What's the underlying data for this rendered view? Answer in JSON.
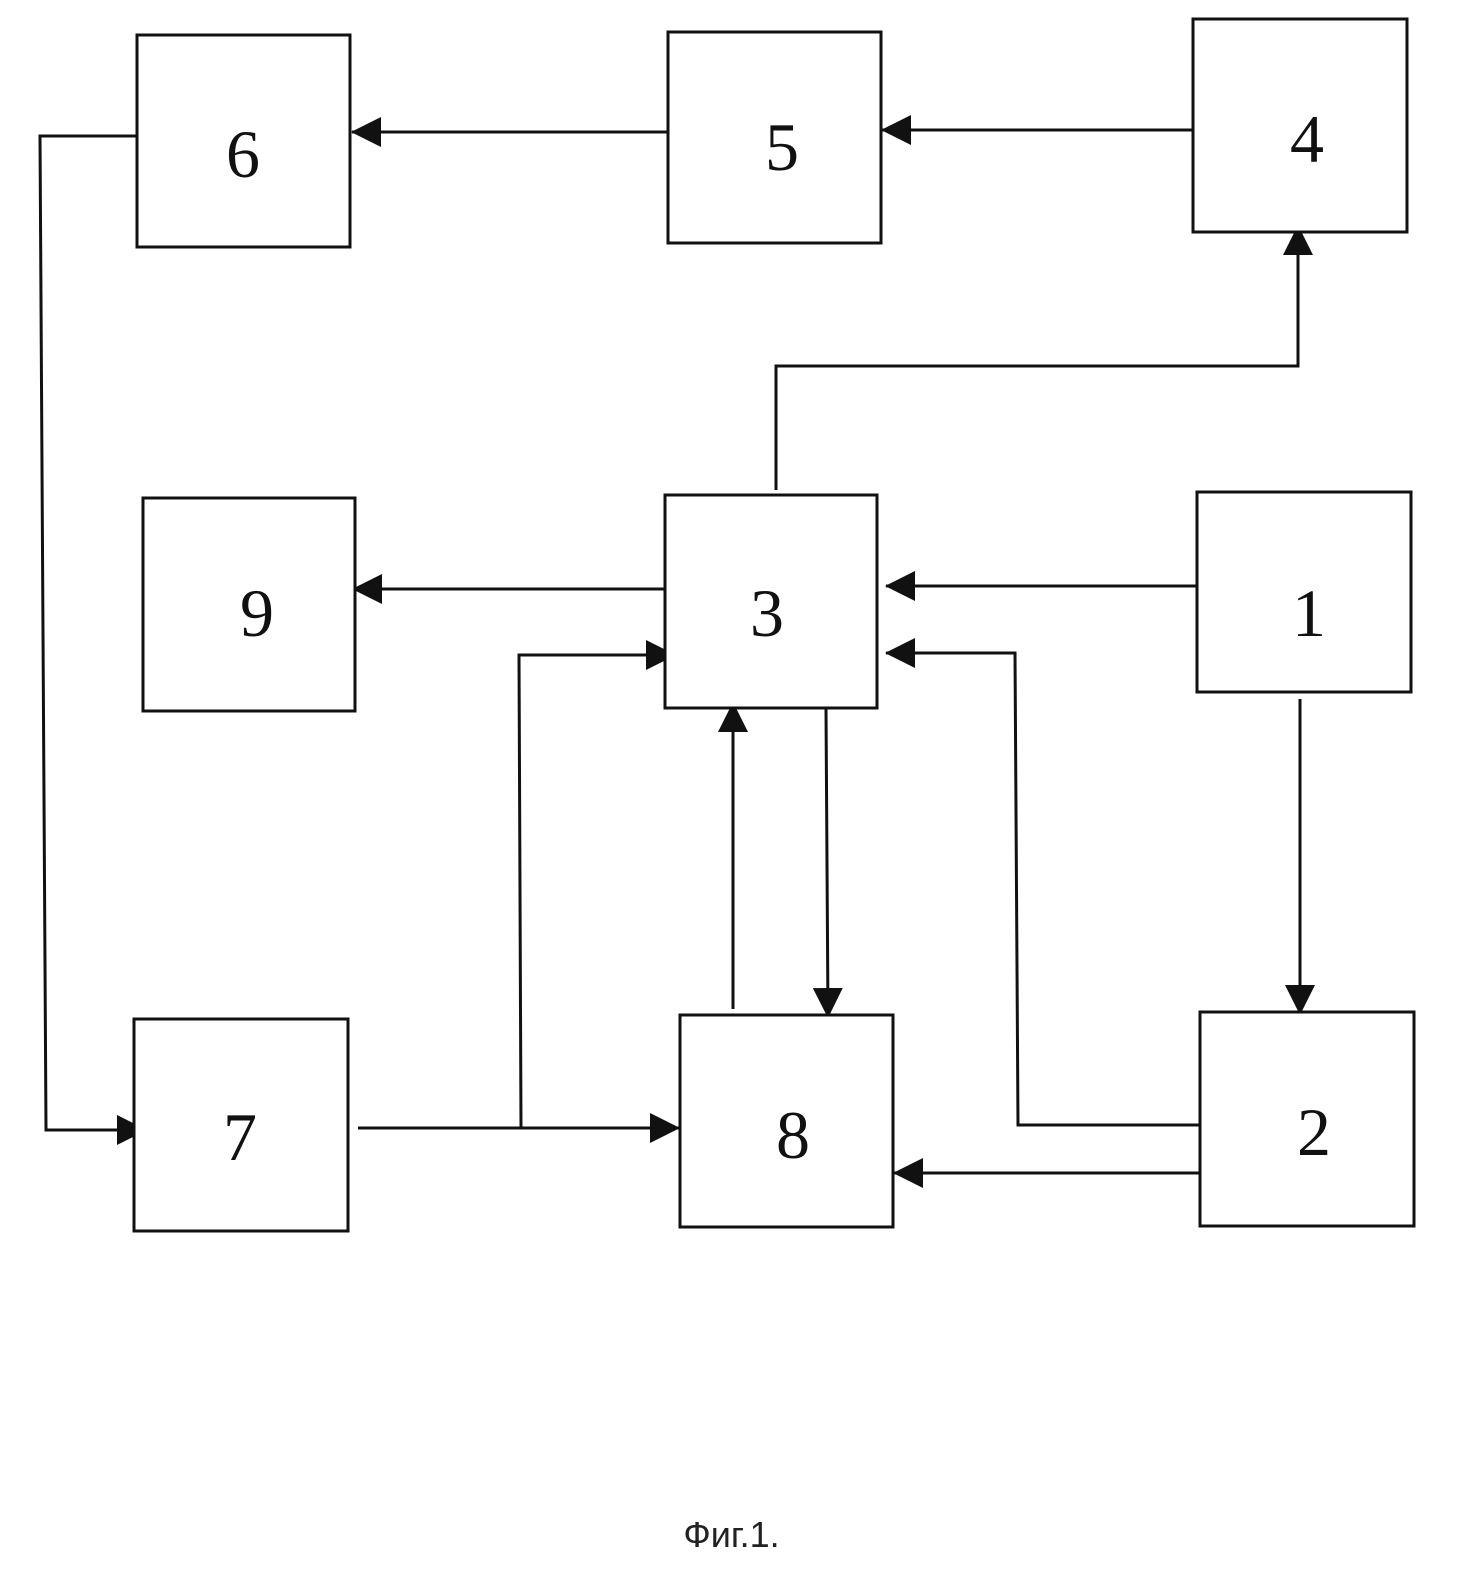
{
  "diagram": {
    "blocks": [
      {
        "id": "b1",
        "label": "1"
      },
      {
        "id": "b2",
        "label": "2"
      },
      {
        "id": "b3",
        "label": "3"
      },
      {
        "id": "b4",
        "label": "4"
      },
      {
        "id": "b5",
        "label": "5"
      },
      {
        "id": "b6",
        "label": "6"
      },
      {
        "id": "b7",
        "label": "7"
      },
      {
        "id": "b8",
        "label": "8"
      },
      {
        "id": "b9",
        "label": "9"
      }
    ],
    "connections": [
      {
        "from": "4",
        "to": "5"
      },
      {
        "from": "5",
        "to": "6"
      },
      {
        "from": "6",
        "to": "7"
      },
      {
        "from": "3",
        "to": "4"
      },
      {
        "from": "3",
        "to": "9"
      },
      {
        "from": "1",
        "to": "3"
      },
      {
        "from": "2",
        "to": "3"
      },
      {
        "from": "1",
        "to": "2"
      },
      {
        "from": "7",
        "to": "8"
      },
      {
        "from": "7",
        "to": "3"
      },
      {
        "from": "8",
        "to": "3"
      },
      {
        "from": "3",
        "to": "8"
      },
      {
        "from": "2",
        "to": "8"
      }
    ],
    "caption": "Фиг.1."
  }
}
